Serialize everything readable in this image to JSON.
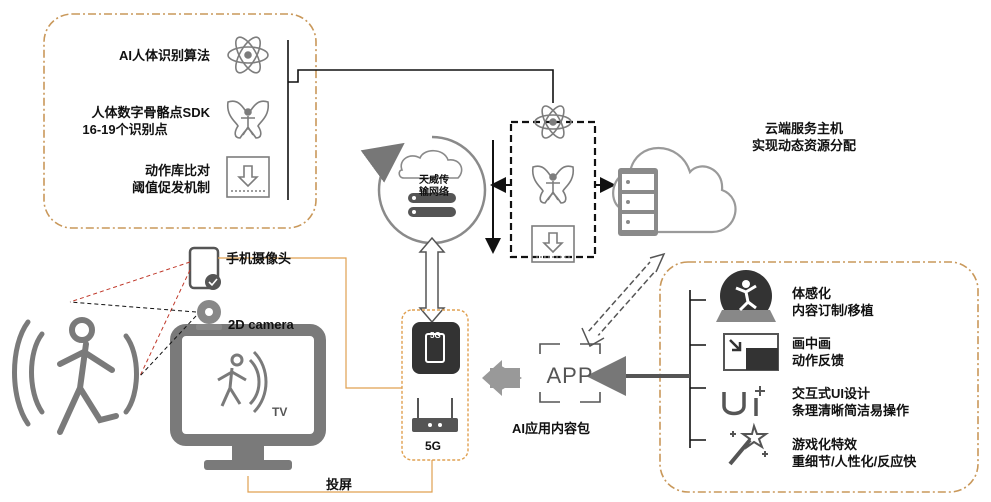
{
  "left_panel": {
    "items": [
      {
        "line1": "AI人体识别算法",
        "line2": "",
        "icon": "atom-icon"
      },
      {
        "line1": "人体数字骨骼点SDK",
        "line2": "16-19个识别点",
        "icon": "skeleton-figure-icon"
      },
      {
        "line1": "动作库比对",
        "line2": "阈值促发机制",
        "icon": "download-box-icon"
      }
    ]
  },
  "network_circle": {
    "line1": "天威传",
    "line2": "输网络"
  },
  "cloud": {
    "line1": "云端服务主机",
    "line2": "实现动态资源分配"
  },
  "devices": {
    "phone_camera": "手机摄像头",
    "camera_2d": "2D camera",
    "tv": "TV",
    "phone_5g": "5G",
    "router_5g": "5G",
    "cast": "投屏"
  },
  "app": {
    "icon_text": "APP",
    "caption": "AI应用内容包"
  },
  "right_panel": {
    "items": [
      {
        "title": "体感化",
        "subtitle": "内容订制/移植",
        "icon": "motion-stage-icon"
      },
      {
        "title": "画中画",
        "subtitle": "动作反馈",
        "icon": "picture-in-picture-icon"
      },
      {
        "title": "交互式UI设计",
        "subtitle": "条理清晰简洁易操作",
        "icon": "ui-plus-icon"
      },
      {
        "title": "游戏化特效",
        "subtitle": "重细节/人性化/反应快",
        "icon": "magic-wand-icon"
      }
    ]
  },
  "colors": {
    "panel_border": "#c9985a",
    "icon_gray": "#8a8a8a",
    "dark": "#333333",
    "connector": "#e0a050"
  }
}
